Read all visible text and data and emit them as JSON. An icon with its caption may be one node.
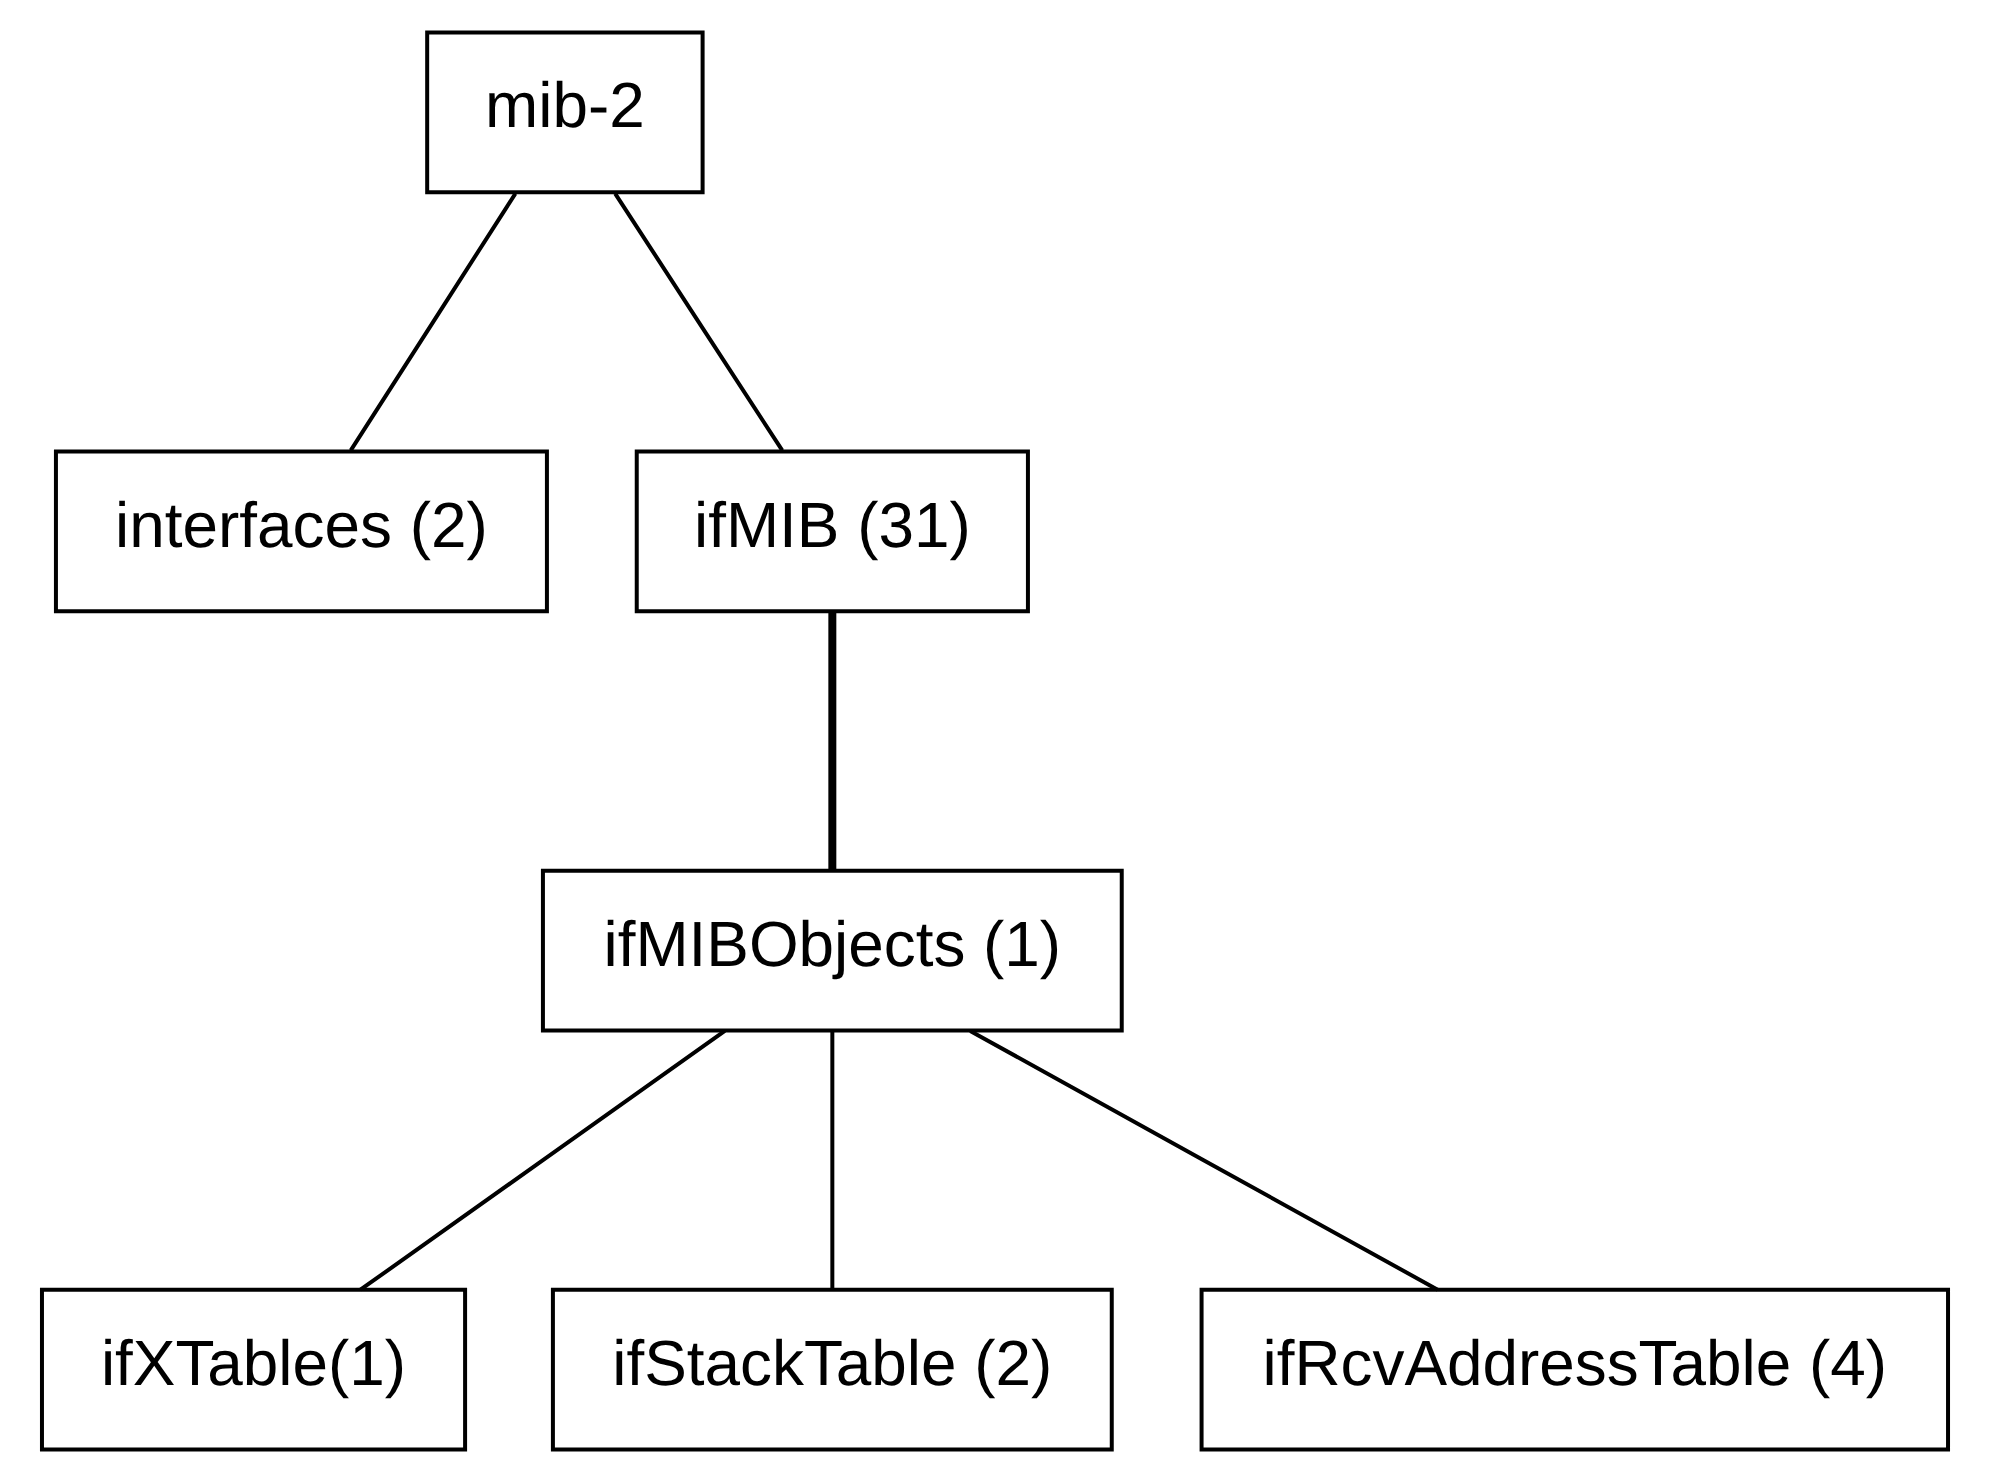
{
  "diagram": {
    "nodes": [
      {
        "text": [
          "mib-2"
        ]
      },
      {
        "text": [
          "interfaces (2)"
        ]
      },
      {
        "text": [
          "ifMIB (31)"
        ]
      },
      {
        "text": [
          "ifMIBObjects (1)"
        ]
      },
      {
        "text": [
          "ifXTable(1)"
        ]
      },
      {
        "text": [
          "ifStackTable (2)"
        ]
      },
      {
        "text": [
          "ifRcvAddressTable (4)"
        ]
      }
    ],
    "edges": [
      {
        "from": 0,
        "to": 1,
        "arrow": "none"
      },
      {
        "from": 0,
        "to": 2,
        "arrow": "none"
      },
      {
        "from": 2,
        "to": 3,
        "arrow": "none",
        "style": "thick"
      },
      {
        "from": 3,
        "to": 4,
        "arrow": "none"
      },
      {
        "from": 3,
        "to": 5,
        "arrow": "none"
      },
      {
        "from": 3,
        "to": 6,
        "arrow": "none"
      }
    ]
  }
}
